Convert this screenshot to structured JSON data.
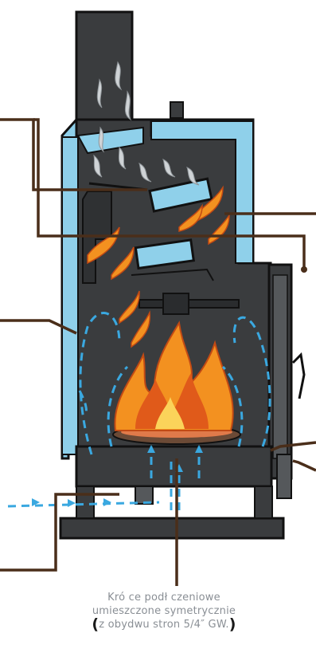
{
  "caption": {
    "line1": "Kró  ce podł  czeniowe",
    "line2": "umieszczone symetrycznie",
    "line3": "z obydwu stron 5/4″ GW.",
    "open_paren": "(",
    "close_paren": ")"
  },
  "colors": {
    "boiler_body": "#3a3c3e",
    "water_jacket": "#8fd0ea",
    "outline": "#111111",
    "leader_line": "#4a2e1a",
    "air_flow": "#3aa8e0",
    "flame_orange": "#f39120",
    "flame_red": "#e05a1a",
    "smoke": "#cfd3d6",
    "caption_text": "#8a8f95"
  },
  "icons": {
    "flame": "flame-icon",
    "smoke": "smoke-wisp-icon",
    "air_arrow": "air-flow-arrow-icon"
  }
}
